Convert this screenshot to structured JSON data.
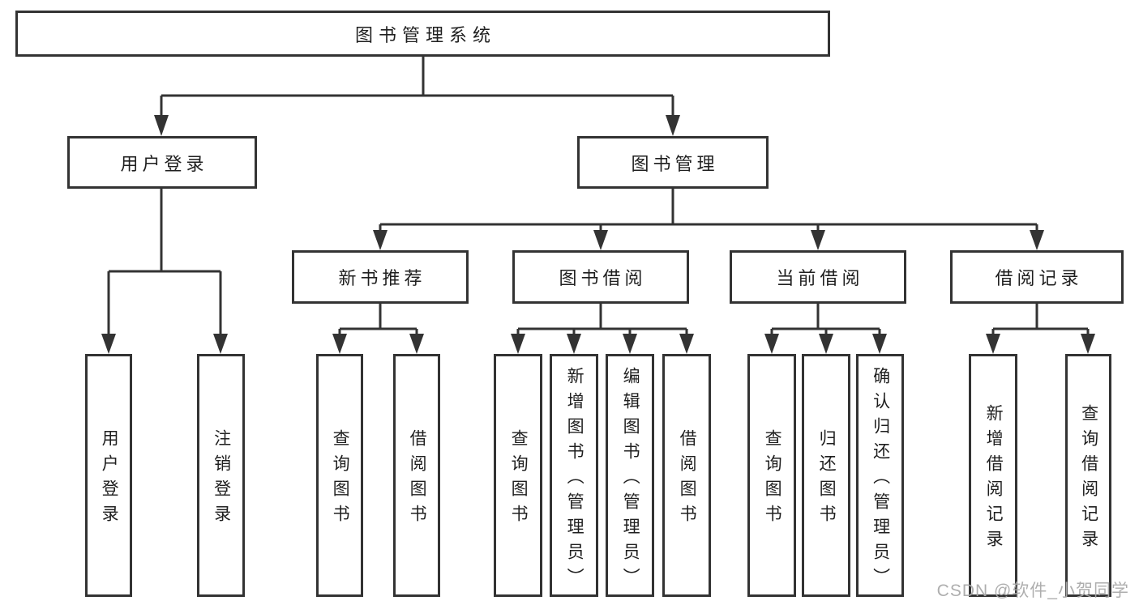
{
  "diagram": {
    "root": {
      "label": "图书管理系统"
    },
    "branches": [
      {
        "label": "用户登录",
        "children": [
          {
            "label": "用户登录"
          },
          {
            "label": "注销登录"
          }
        ]
      },
      {
        "label": "图书管理",
        "children": [
          {
            "label": "新书推荐",
            "children": [
              {
                "label": "查询图书"
              },
              {
                "label": "借阅图书"
              }
            ]
          },
          {
            "label": "图书借阅",
            "children": [
              {
                "label": "查询图书"
              },
              {
                "label": "新增图书（管理员）"
              },
              {
                "label": "编辑图书（管理员）"
              },
              {
                "label": "借阅图书"
              }
            ]
          },
          {
            "label": "当前借阅",
            "children": [
              {
                "label": "查询图书"
              },
              {
                "label": "归还图书"
              },
              {
                "label": "确认归还（管理员）"
              }
            ]
          },
          {
            "label": "借阅记录",
            "children": [
              {
                "label": "新增借阅记录"
              },
              {
                "label": "查询借阅记录"
              }
            ]
          }
        ]
      }
    ],
    "watermark": "CSDN @软件_小贺同学",
    "colors": {
      "line": "#333333",
      "box_border": "#333333",
      "box_fill": "#ffffff",
      "text": "#1f1f1f",
      "watermark": "#aaaaaa",
      "background": "#ffffff"
    }
  }
}
